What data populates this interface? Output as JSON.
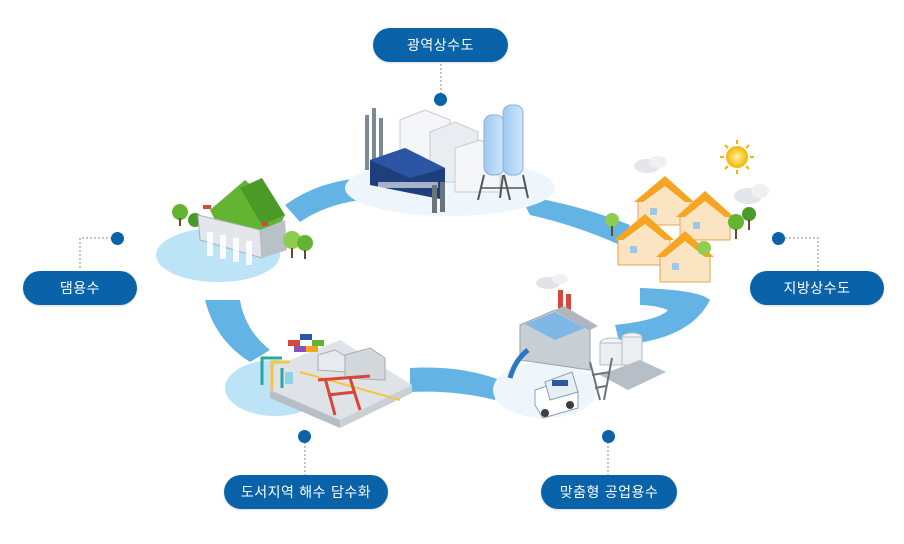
{
  "labels": {
    "top": "광역상수도",
    "left": "댐용수",
    "right": "지방상수도",
    "bottom_left": "도서지역 해수 담수화",
    "bottom_right": "맞춤형 공업용수"
  },
  "colors": {
    "accent": "#0a63a8",
    "flow": "#63b4e4",
    "water": "#bde3f6",
    "roof": "#f6a421",
    "grass": "#63b531"
  },
  "icons": {
    "top": "water-treatment-plant-icon",
    "left": "dam-icon",
    "right": "village-houses-icon",
    "bottom_left": "desalination-port-icon",
    "bottom_right": "industrial-factory-icon",
    "sun": "sun-icon"
  }
}
